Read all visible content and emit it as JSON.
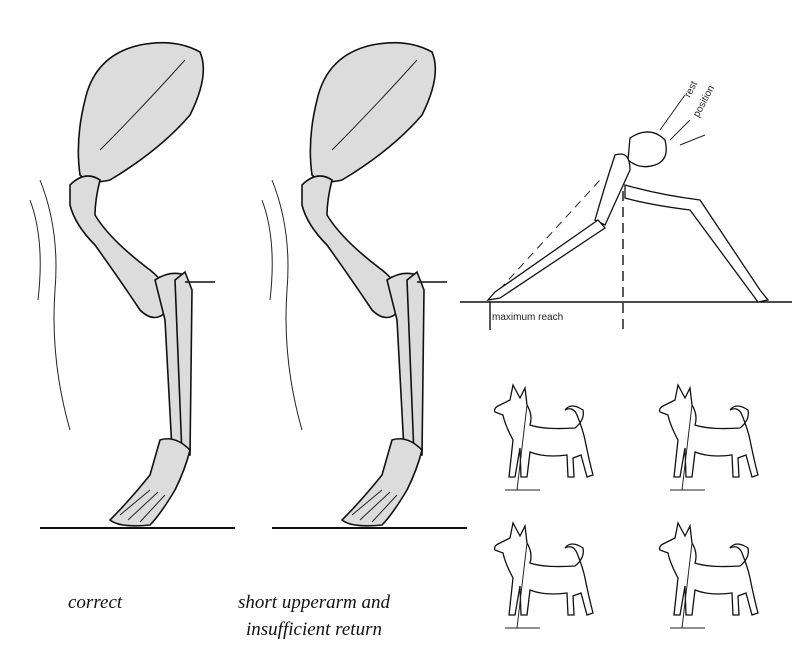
{
  "captions": {
    "correct": "correct",
    "short_line1": "short upperarm and",
    "short_line2": "insufficient return"
  },
  "reach_diagram": {
    "rest_label": "rest",
    "position_label": "position",
    "max_reach_label": "maximum reach"
  }
}
